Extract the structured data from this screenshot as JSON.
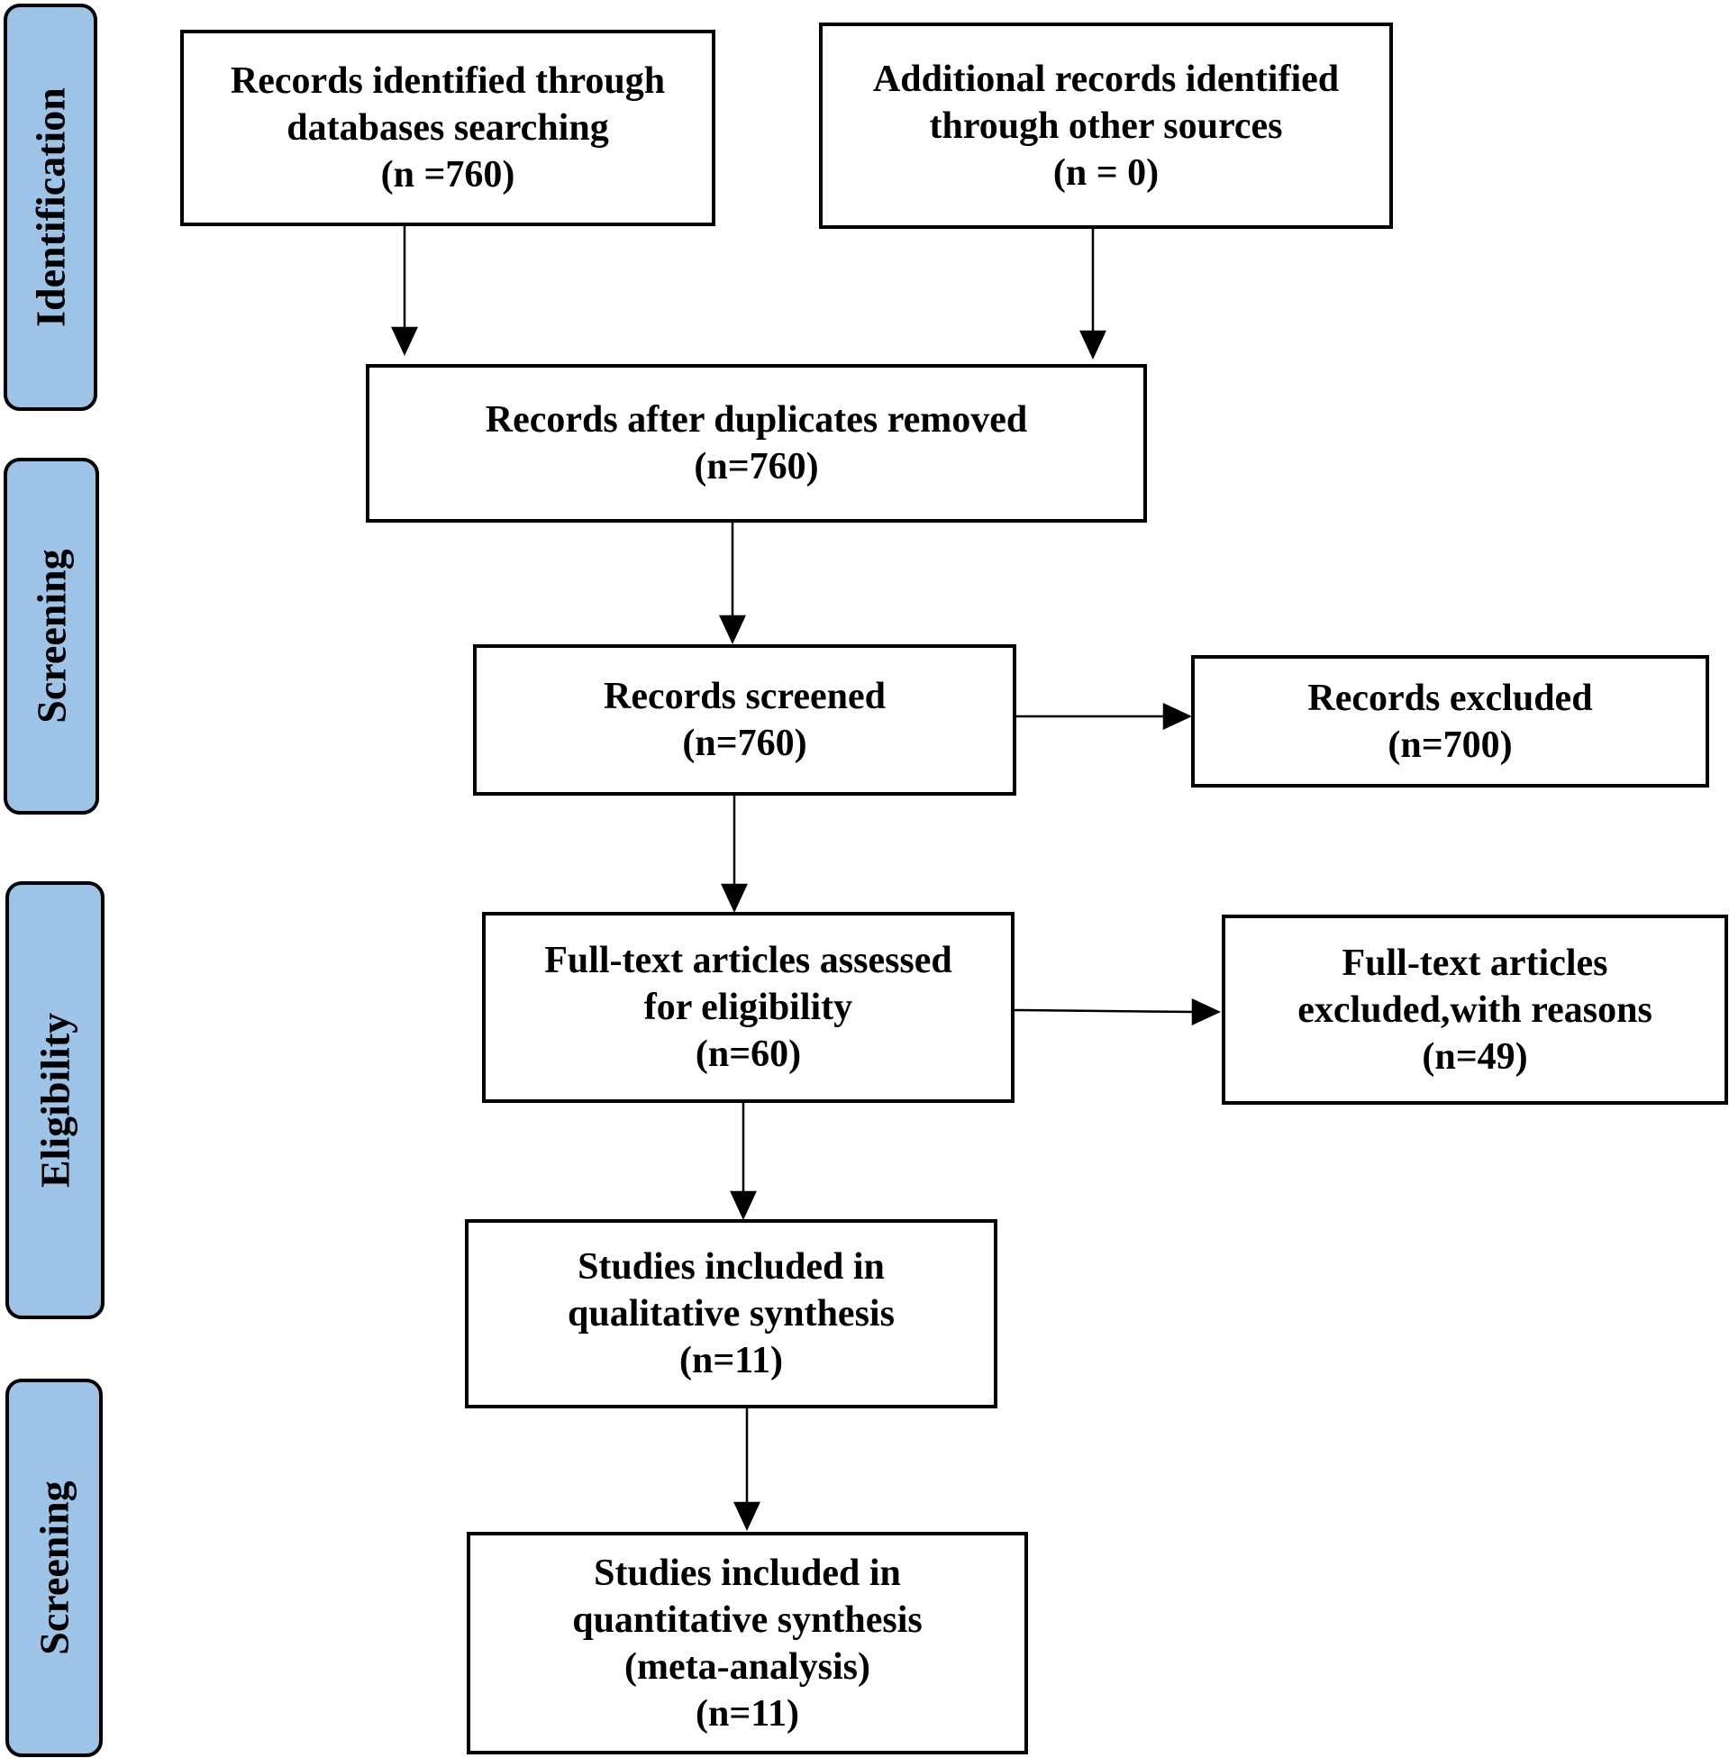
{
  "stages": [
    {
      "id": "identification",
      "label": "Identification"
    },
    {
      "id": "screening",
      "label": "Screening"
    },
    {
      "id": "eligibility",
      "label": "Eligibility"
    },
    {
      "id": "screening-2",
      "label": "Screening"
    }
  ],
  "boxes": {
    "db_search": {
      "lines": [
        "Records identified through",
        "databases searching",
        "(n =760)"
      ]
    },
    "other_sources": {
      "lines": [
        "Additional records identified",
        "through other sources",
        "(n = 0)"
      ]
    },
    "after_duplicates": {
      "lines": [
        "Records after duplicates removed",
        "(n=760)"
      ]
    },
    "screened": {
      "lines": [
        "Records screened",
        "(n=760)"
      ]
    },
    "excluded": {
      "lines": [
        "Records excluded",
        "(n=700)"
      ]
    },
    "fulltext_assessed": {
      "lines": [
        "Full-text articles assessed",
        "for eligibility",
        "(n=60)"
      ]
    },
    "fulltext_excluded": {
      "lines": [
        "Full-text articles",
        "excluded,with reasons",
        "(n=49)"
      ]
    },
    "qualitative": {
      "lines": [
        "Studies included in",
        "qualitative synthesis",
        "(n=11)"
      ]
    },
    "quantitative": {
      "lines": [
        "Studies included in",
        "quantitative synthesis",
        "(meta-analysis)",
        "(n=11)"
      ]
    }
  }
}
